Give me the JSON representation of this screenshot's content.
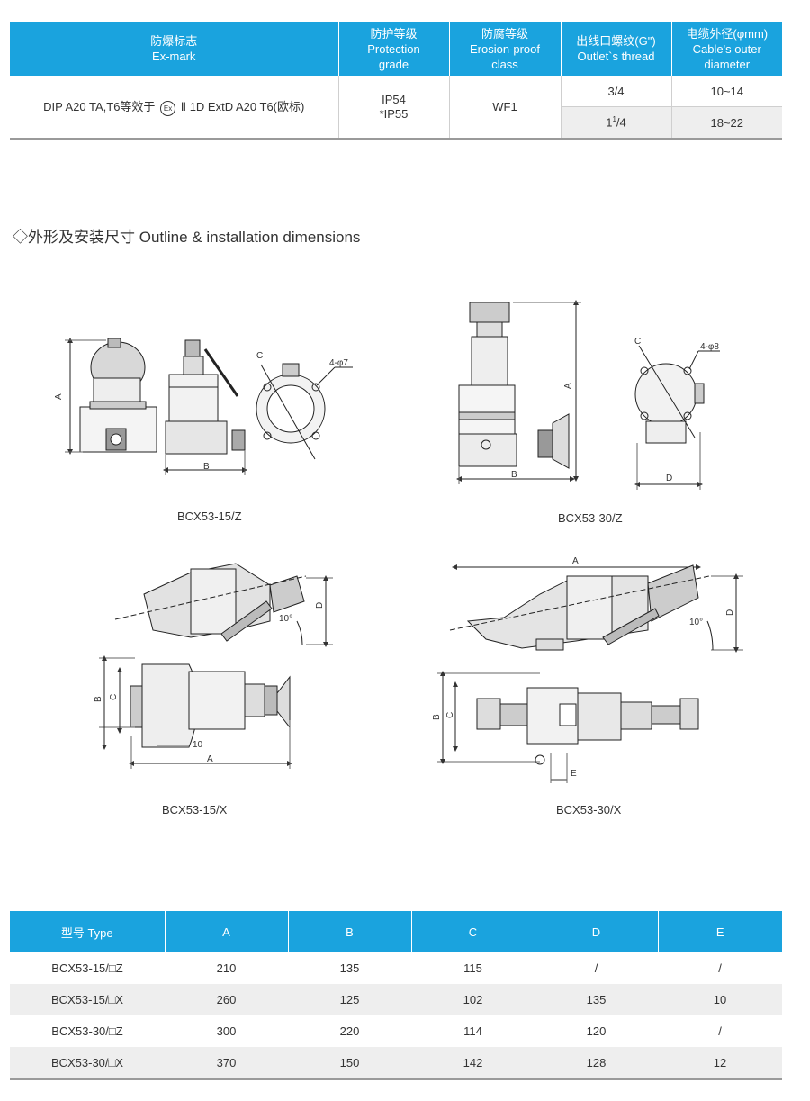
{
  "spec_table": {
    "headers": {
      "exmark": [
        "防爆标志",
        "Ex-mark"
      ],
      "protection": [
        "防护等级",
        "Protection",
        "grade"
      ],
      "erosion": [
        "防腐等级",
        "Erosion-proof",
        "class"
      ],
      "thread": [
        "出线口螺纹(G\")",
        "Outlet`s thread"
      ],
      "cable": [
        "电缆外径(φmm)",
        "Cable's outer",
        "diameter"
      ]
    },
    "exmark_value_pre": "DIP A20 TA,T6等效于",
    "exmark_value_post": "Ⅱ 1D ExtD A20 T6(欧标)",
    "ex_logo_text": "Ex",
    "protection_values": [
      "IP54",
      "*IP55"
    ],
    "erosion_value": "WF1",
    "thread_values": [
      "3/4",
      "1",
      "1",
      "4"
    ],
    "cable_values": [
      "10~14",
      "18~22"
    ]
  },
  "section_title": "◇外形及安装尺寸 Outline & installation dimensions",
  "drawings": {
    "fig1": {
      "caption": "BCX53-15/Z",
      "labels": {
        "A": "A",
        "B": "B",
        "C": "C",
        "holes": "4-φ7"
      }
    },
    "fig2": {
      "caption": "BCX53-30/Z",
      "labels": {
        "A": "A",
        "B": "B",
        "C": "C",
        "D": "D",
        "holes": "4-φ8"
      }
    },
    "fig3": {
      "caption": "BCX53-15/X",
      "labels": {
        "A": "A",
        "B": "B",
        "C": "C",
        "D": "D",
        "angle": "10°",
        "ten": "10"
      }
    },
    "fig4": {
      "caption": "BCX53-30/X",
      "labels": {
        "A": "A",
        "B": "B",
        "C": "C",
        "D": "D",
        "E": "E",
        "angle": "10°"
      }
    }
  },
  "dims_table": {
    "headers": [
      "型号 Type",
      "A",
      "B",
      "C",
      "D",
      "E"
    ],
    "rows": [
      [
        "BCX53-15/□Z",
        "210",
        "135",
        "115",
        "/",
        "/"
      ],
      [
        "BCX53-15/□X",
        "260",
        "125",
        "102",
        "135",
        "10"
      ],
      [
        "BCX53-30/□Z",
        "300",
        "220",
        "114",
        "120",
        "/"
      ],
      [
        "BCX53-30/□X",
        "370",
        "150",
        "142",
        "128",
        "12"
      ]
    ]
  }
}
